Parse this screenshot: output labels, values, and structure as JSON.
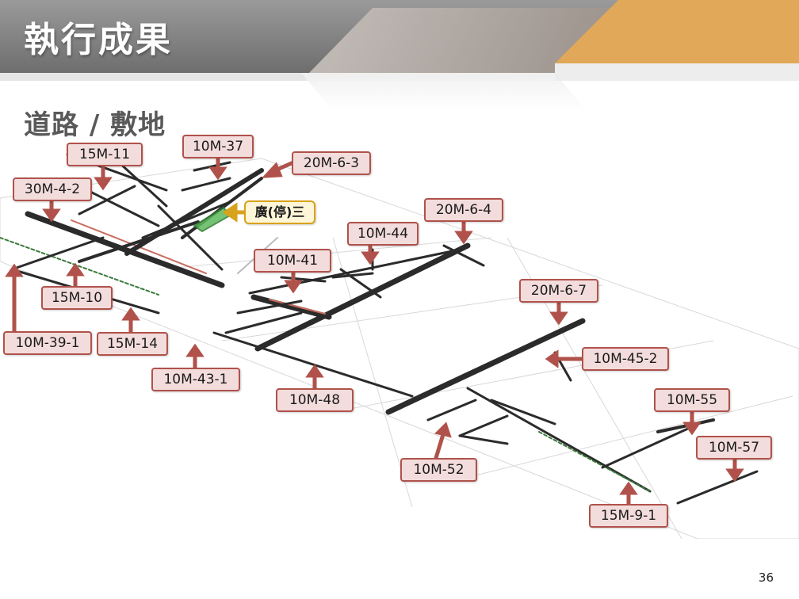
{
  "slide": {
    "title": "執行成果",
    "subtitle": "道路 / 敷地",
    "page_number": "36"
  },
  "labels": {
    "l15m11": "15M-11",
    "l10m37": "10M-37",
    "l20m63": "20M-6-3",
    "l30m42": "30M-4-2",
    "lplaza": "廣(停)三",
    "l20m64": "20M-6-4",
    "l10m44": "10M-44",
    "l10m41": "10M-41",
    "l15m10": "15M-10",
    "l20m67": "20M-6-7",
    "l10m391": "10M-39-1",
    "l15m14": "15M-14",
    "l10m452": "10M-45-2",
    "l10m431": "10M-43-1",
    "l10m48": "10M-48",
    "l10m55": "10M-55",
    "l10m57": "10M-57",
    "l10m52": "10M-52",
    "l15m91": "15M-9-1"
  },
  "colors": {
    "label_fill": "#f3dcdc",
    "label_border": "#b0524b",
    "arrow": "#b0524b",
    "plaza_label_border": "#d9a21b",
    "plaza_arrow": "#d9a21b",
    "road": "#2b2b2b",
    "banner_gray": "#8a8a8a",
    "banner_orange": "#e0a858"
  }
}
